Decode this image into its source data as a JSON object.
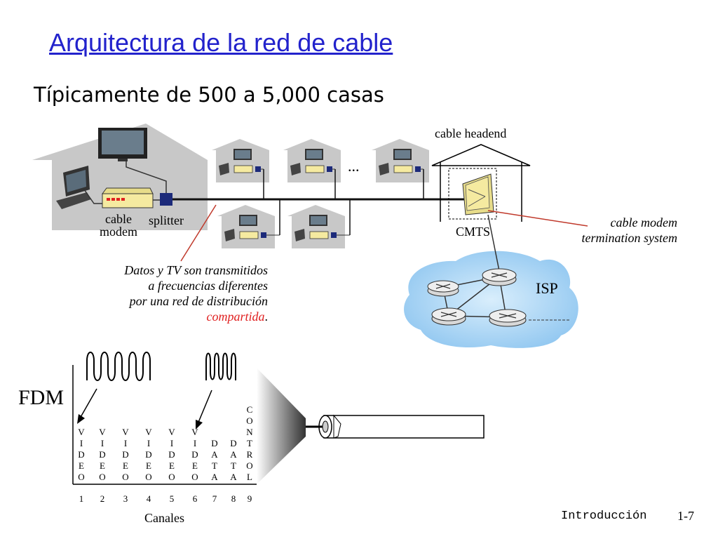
{
  "slide": {
    "title": "Arquitectura de la red de cable",
    "subtitle": "Típicamente de 500 a 5,000 casas",
    "footer_section": "Introducción",
    "page_number": "1-7"
  },
  "diagram": {
    "home_labels": {
      "modem": "cable\nmodem",
      "splitter": "splitter"
    },
    "ellipsis": "...",
    "headend": {
      "label": "cable headend",
      "cmts": "CMTS"
    },
    "cmts_note": "cable modem\ntermination system",
    "isp_label": "ISP",
    "caption": {
      "line1": "Datos y TV son transmitidos",
      "line2": "a frecuencias diferentes",
      "line3_before": "por una red de distribución",
      "line4_highlight": "compartida",
      "line4_after": "."
    }
  },
  "fdm": {
    "label": "FDM",
    "axis_label": "Canales",
    "channels": [
      {
        "num": "1",
        "name": "VIDEO"
      },
      {
        "num": "2",
        "name": "VIDEO"
      },
      {
        "num": "3",
        "name": "VIDEO"
      },
      {
        "num": "4",
        "name": "VIDEO"
      },
      {
        "num": "5",
        "name": "VIDEO"
      },
      {
        "num": "6",
        "name": "VIDEO"
      },
      {
        "num": "7",
        "name": "DATA"
      },
      {
        "num": "8",
        "name": "DATA"
      },
      {
        "num": "9",
        "name": "CONTROL"
      }
    ]
  },
  "colors": {
    "title": "#2222cc",
    "highlight": "#e02020",
    "house": "#c8c8c8",
    "isp_cloud": "#8fc6f0",
    "modem": "#f5eaa0"
  }
}
